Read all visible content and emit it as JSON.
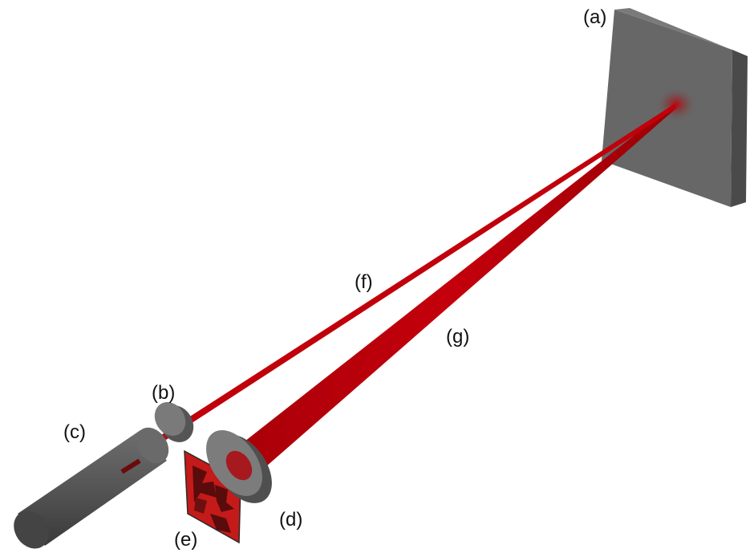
{
  "labels": {
    "a": "(a)",
    "b": "(b)",
    "c": "(c)",
    "d": "(d)",
    "e": "(e)",
    "f": "(f)",
    "g": "(g)"
  },
  "colors": {
    "beam": "#c0000a",
    "beam_dark": "#8e0006",
    "component_gray": "#5f5f5f",
    "component_dark": "#3d3d3d",
    "screen_face": "#676767",
    "screen_side": "#4a4a4a",
    "slm_red": "#c41a1a",
    "slm_dark": "#5a0b0b"
  }
}
